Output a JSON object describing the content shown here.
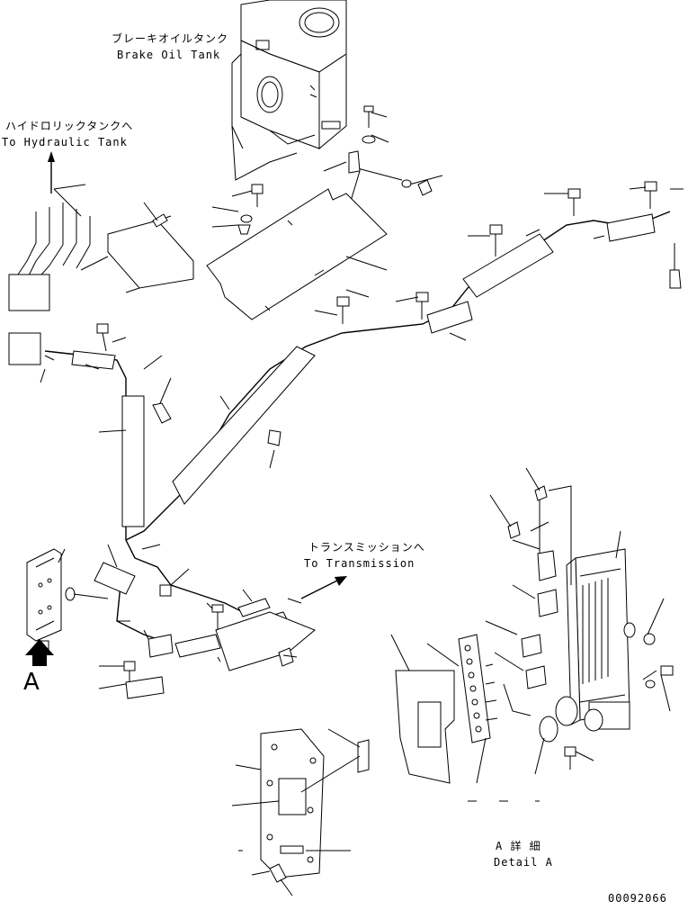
{
  "labels": {
    "brake_tank_jp": "ブレーキオイルタンク",
    "brake_tank_en": "Brake Oil Tank",
    "hyd_tank_jp": "ハイドロリックタンクへ",
    "hyd_tank_en": "To Hydraulic Tank",
    "trans_jp": "トランスミッションへ",
    "trans_en": "To Transmission",
    "view_letter": "A",
    "detail_jp": "A 詳 細",
    "detail_en": "Detail A",
    "drawing_number": "00092066"
  }
}
